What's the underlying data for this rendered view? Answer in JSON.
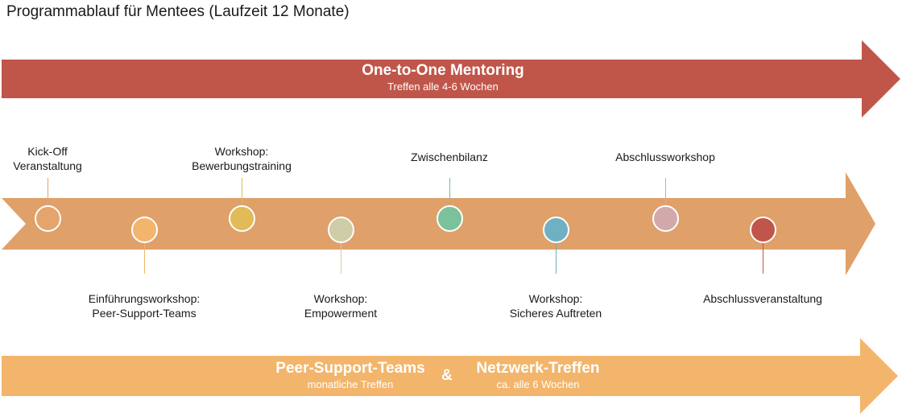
{
  "title": "Programmablauf für Mentees (Laufzeit 12 Monate)",
  "top_band": {
    "title": "One-to-One Mentoring",
    "subtitle": "Treffen alle 4-6 Wochen",
    "color": "#c0564a"
  },
  "timeline_color": "#dfa069",
  "milestones": [
    {
      "line1": "Kick-Off",
      "line2": "Veranstaltung",
      "color": "#e4a46b",
      "position": "above"
    },
    {
      "line1": "Einführungsworkshop:",
      "line2": "Peer-Support-Teams",
      "color": "#f2b56b",
      "position": "below"
    },
    {
      "line1": "Workshop:",
      "line2": "Bewerbungstraining",
      "color": "#e0bb57",
      "position": "above"
    },
    {
      "line1": "Workshop:",
      "line2": "Empowerment",
      "color": "#cfcca8",
      "position": "below"
    },
    {
      "line1": "Zwischenbilanz",
      "line2": "",
      "color": "#7bc29c",
      "position": "above"
    },
    {
      "line1": "Workshop:",
      "line2": "Sicheres Auftreten",
      "color": "#6fb1c2",
      "position": "below"
    },
    {
      "line1": "Abschlussworkshop",
      "line2": "",
      "color": "#d2a9ab",
      "position": "above"
    },
    {
      "line1": "Abschlussveranstaltung",
      "line2": "",
      "color": "#c0564a",
      "position": "below"
    }
  ],
  "bottom_band": {
    "left_title": "Peer-Support-Teams",
    "left_subtitle": "monatliche Treffen",
    "connector": "&",
    "right_title": "Netzwerk-Treffen",
    "right_subtitle": "ca. alle 6 Wochen",
    "color": "#f2b56b"
  }
}
